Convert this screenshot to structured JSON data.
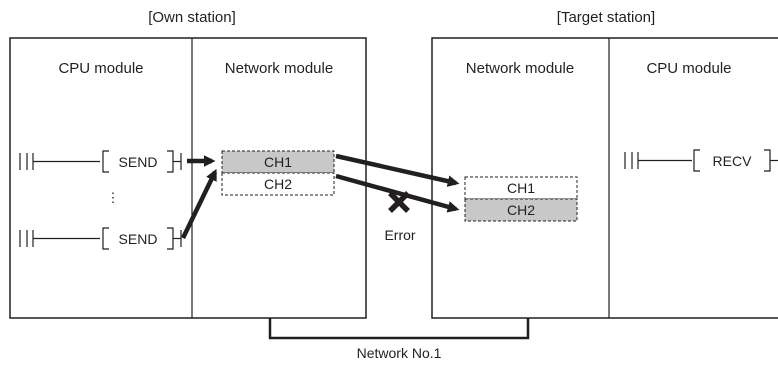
{
  "own_station": {
    "title": "[Own station]",
    "cpu_module_label": "CPU module",
    "network_module_label": "Network module",
    "ladder_instruction_1": "SEND",
    "ladder_instruction_2": "SEND",
    "vertical_ellipsis": "⋮",
    "channels": [
      "CH1",
      "CH2"
    ],
    "highlighted_channel": "CH1"
  },
  "target_station": {
    "title": "[Target station]",
    "network_module_label": "Network module",
    "cpu_module_label": "CPU module",
    "ladder_instruction": "RECV",
    "channels": [
      "CH1",
      "CH2"
    ],
    "highlighted_channel": "CH2"
  },
  "error_label": "Error",
  "network_label": "Network No.1",
  "colors": {
    "line": "#231f20",
    "channel_highlight": "#c8c8c8",
    "background": "#ffffff"
  },
  "icons": [
    "thick-arrow",
    "error-cross-icon",
    "contact-symbol"
  ]
}
